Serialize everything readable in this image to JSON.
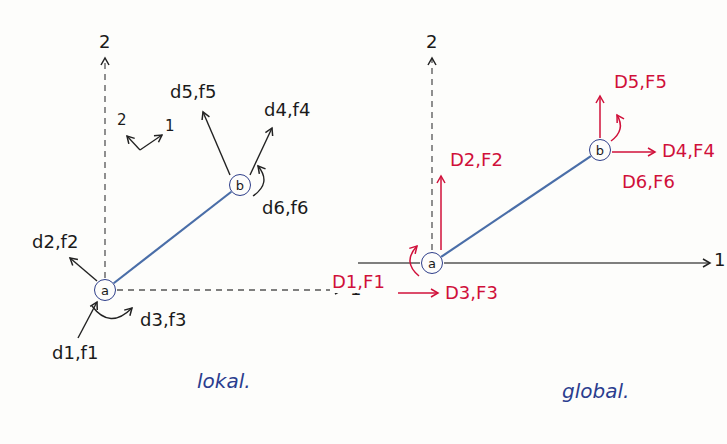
{
  "diagram": {
    "nodes": [
      {
        "text": [
          "a"
        ]
      },
      {
        "text": [
          "b"
        ]
      },
      {
        "text": [
          "a"
        ]
      },
      {
        "text": [
          "b"
        ]
      }
    ],
    "edges": [
      {
        "from": 0,
        "to": 1,
        "arrow": "none"
      },
      {
        "from": 2,
        "to": 3,
        "arrow": "none"
      }
    ],
    "labels": [
      "2",
      "1",
      "2",
      "1",
      "d5,f5",
      "d4,f4",
      "d6,f6",
      "d2,f2",
      "d3,f3",
      "d1,f1",
      "lokal.",
      "2",
      "D2,F2",
      "D5,F5",
      "D4,F4",
      "D6,F6",
      "D1,F1",
      "D3,F3",
      "1",
      "global."
    ]
  }
}
